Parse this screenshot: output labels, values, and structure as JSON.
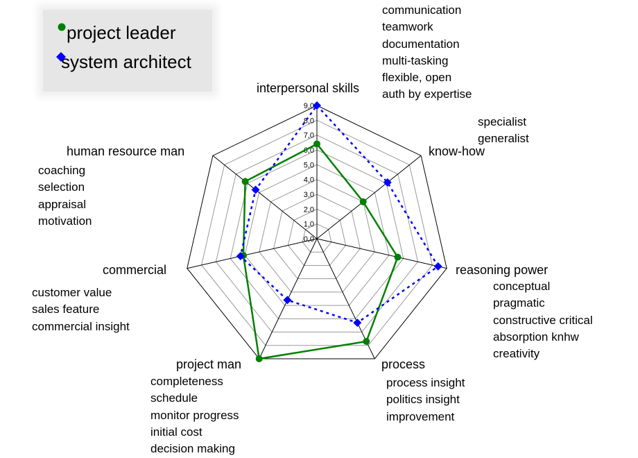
{
  "chart_data": {
    "type": "radar",
    "categories": [
      "interpersonal skills",
      "know-how",
      "reasoning power",
      "process",
      "project man",
      "commercial",
      "human resource man"
    ],
    "category_details": [
      [
        "communication",
        "teamwork",
        "documentation",
        "multi-tasking",
        "flexible, open",
        "auth by expertise"
      ],
      [
        "specialist",
        "generalist"
      ],
      [
        "conceptual",
        "pragmatic",
        "constructive critical",
        "absorption knhw",
        "creativity"
      ],
      [
        "process insight",
        "politics insight",
        "improvement"
      ],
      [
        "completeness",
        "schedule",
        "monitor progress",
        "initial cost",
        "decision making"
      ],
      [
        "customer value",
        "sales feature",
        "commercial insight"
      ],
      [
        "coaching",
        "selection",
        "appraisal",
        "motivation"
      ]
    ],
    "tick_labels": [
      "0,0",
      "1,0",
      "2,0",
      "3,0",
      "4,0",
      "5,0",
      "6,0",
      "7,0",
      "8,0",
      "9,0"
    ],
    "rlim": [
      0,
      9
    ],
    "grid": true,
    "legend_position": "top-left",
    "series": [
      {
        "name": "project leader",
        "color": "#008000",
        "marker": "circle",
        "line": "solid",
        "values": [
          6.4,
          4.0,
          5.6,
          7.7,
          9.0,
          5.1,
          6.2
        ]
      },
      {
        "name": "system architect",
        "color": "#0000ff",
        "marker": "diamond",
        "line": "dotted",
        "values": [
          9.0,
          6.1,
          8.4,
          6.3,
          4.6,
          5.3,
          5.3
        ]
      }
    ]
  }
}
